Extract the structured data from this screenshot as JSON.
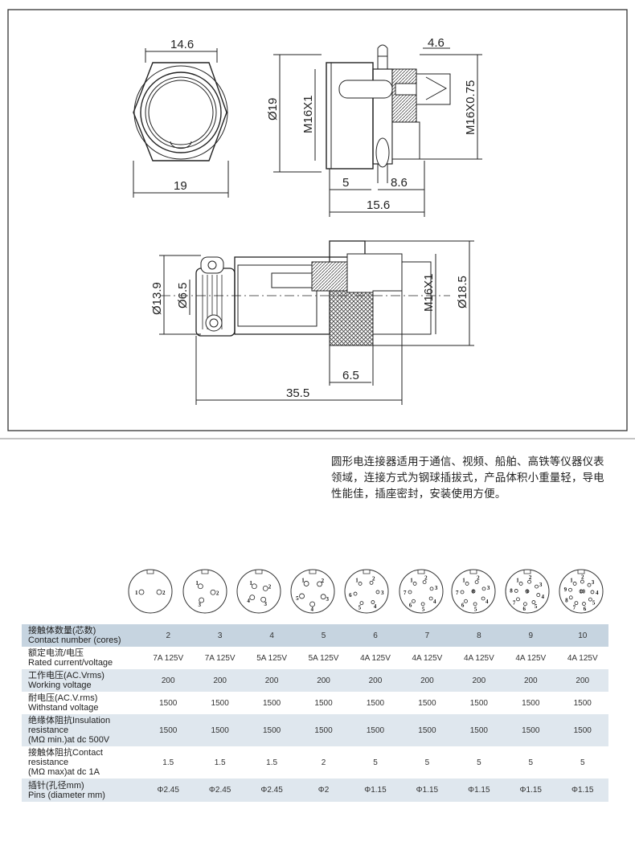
{
  "dimensions": {
    "front_width_top": "14.6",
    "front_width_bottom": "19",
    "side_dia": "Ø19",
    "side_thread_left": "M16X1",
    "side_top_right": "4.6",
    "side_thread_right": "M16X0.75",
    "side_5": "5",
    "side_86": "8.6",
    "side_156": "15.6",
    "plug_139": "Ø13.9",
    "plug_65": "Ø6.5",
    "plug_thread": "M16X1",
    "plug_185": "Ø18.5",
    "plug_65_bottom": "6.5",
    "plug_355": "35.5"
  },
  "description": "圆形电连接器适用于通信、视频、船舶、高铁等仪器仪表领域，连接方式为钢球插拔式，产品体积小重量轻，导电性能佳，插座密封，安装使用方便。",
  "pin_layouts": [
    {
      "cores": 2,
      "labels": [
        "1",
        "2"
      ]
    },
    {
      "cores": 3,
      "labels": [
        "1",
        "2",
        "3"
      ]
    },
    {
      "cores": 4,
      "labels": [
        "1",
        "2",
        "3",
        "4"
      ]
    },
    {
      "cores": 5,
      "labels": [
        "1",
        "2",
        "3",
        "4",
        "5"
      ]
    },
    {
      "cores": 6,
      "labels": [
        "1",
        "2",
        "3",
        "4",
        "5",
        "6"
      ]
    },
    {
      "cores": 7,
      "labels": [
        "1",
        "2",
        "3",
        "4",
        "5",
        "6",
        "7"
      ]
    },
    {
      "cores": 8,
      "labels": [
        "1",
        "2",
        "3",
        "4",
        "5",
        "6",
        "7",
        "8"
      ]
    },
    {
      "cores": 9,
      "labels": [
        "1",
        "2",
        "3",
        "4",
        "5",
        "6",
        "7",
        "8",
        "9"
      ]
    },
    {
      "cores": 10,
      "labels": [
        "1",
        "2",
        "3",
        "4",
        "5",
        "6",
        "7",
        "8",
        "9",
        "10"
      ]
    }
  ],
  "table": {
    "rows": [
      {
        "cn": "接触体数量(芯数)",
        "en": "Contact number (cores)",
        "values": [
          "2",
          "3",
          "4",
          "5",
          "6",
          "7",
          "8",
          "9",
          "10"
        ]
      },
      {
        "cn": "额定电流/电压",
        "en": "Rated current/voltage",
        "values": [
          "7A 125V",
          "7A 125V",
          "5A 125V",
          "5A 125V",
          "4A 125V",
          "4A 125V",
          "4A 125V",
          "4A 125V",
          "4A 125V"
        ]
      },
      {
        "cn": "工作电压(AC.Vrms)",
        "en": "Working voltage",
        "values": [
          "200",
          "200",
          "200",
          "200",
          "200",
          "200",
          "200",
          "200",
          "200"
        ]
      },
      {
        "cn": "耐电压(AC.V.rms)",
        "en": "Withstand voltage",
        "values": [
          "1500",
          "1500",
          "1500",
          "1500",
          "1500",
          "1500",
          "1500",
          "1500",
          "1500"
        ]
      },
      {
        "cn": "绝缘体阻抗Insulation resistance",
        "en": "(MΩ min.)at dc 500V",
        "values": [
          "1500",
          "1500",
          "1500",
          "1500",
          "1500",
          "1500",
          "1500",
          "1500",
          "1500"
        ]
      },
      {
        "cn": "接触体阻抗Contact resistance",
        "en": "(MΩ max)at dc 1A",
        "values": [
          "1.5",
          "1.5",
          "1.5",
          "2",
          "5",
          "5",
          "5",
          "5",
          "5"
        ]
      },
      {
        "cn": "插针(孔径mm)",
        "en": "Pins (diameter mm)",
        "values": [
          "Φ2.45",
          "Φ2.45",
          "Φ2.45",
          "Φ2",
          "Φ1.15",
          "Φ1.15",
          "Φ1.15",
          "Φ1.15",
          "Φ1.15"
        ]
      }
    ]
  }
}
